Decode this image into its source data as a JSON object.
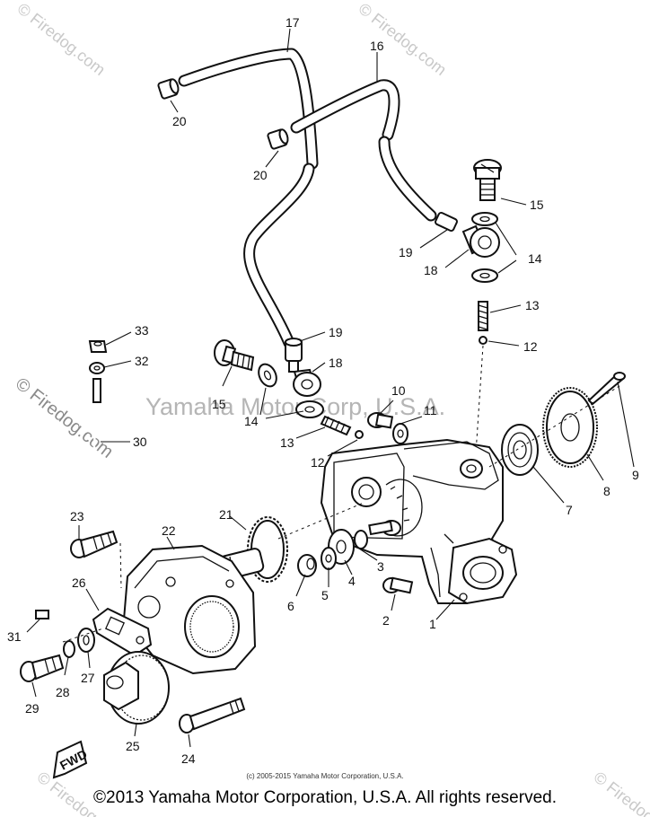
{
  "watermarks": {
    "firedog_top_left": "© Firedog.com",
    "firedog_top_right": "© Firedog.com",
    "firedog_left_side": "© Firedog.com",
    "firedog_bottom_left": "© Firedog.com",
    "firedog_bottom_right": "© Firedog.com",
    "yamaha_center": "Yamaha Motor Corp, U.S.A."
  },
  "fwd_label": "FWD",
  "small_copyright": "(c) 2005-2015 Yamaha Motor Corporation, U.S.A.",
  "copyright": "©2013 Yamaha Motor Corporation, U.S.A. All rights reserved.",
  "callouts": {
    "c1": "1",
    "c2": "2",
    "c3": "3",
    "c4": "4",
    "c5": "5",
    "c6": "6",
    "c7": "7",
    "c8": "8",
    "c9": "9",
    "c10": "10",
    "c11": "11",
    "c12a": "12",
    "c12b": "12",
    "c13a": "13",
    "c13b": "13",
    "c14a": "14",
    "c14b": "14",
    "c15a": "15",
    "c15b": "15",
    "c16": "16",
    "c17": "17",
    "c18a": "18",
    "c18b": "18",
    "c19a": "19",
    "c19b": "19",
    "c20a": "20",
    "c20b": "20",
    "c21": "21",
    "c22": "22",
    "c23": "23",
    "c24": "24",
    "c25": "25",
    "c26": "26",
    "c27": "27",
    "c28": "28",
    "c29": "29",
    "c30": "30",
    "c31": "31",
    "c32": "32",
    "c33": "33"
  }
}
